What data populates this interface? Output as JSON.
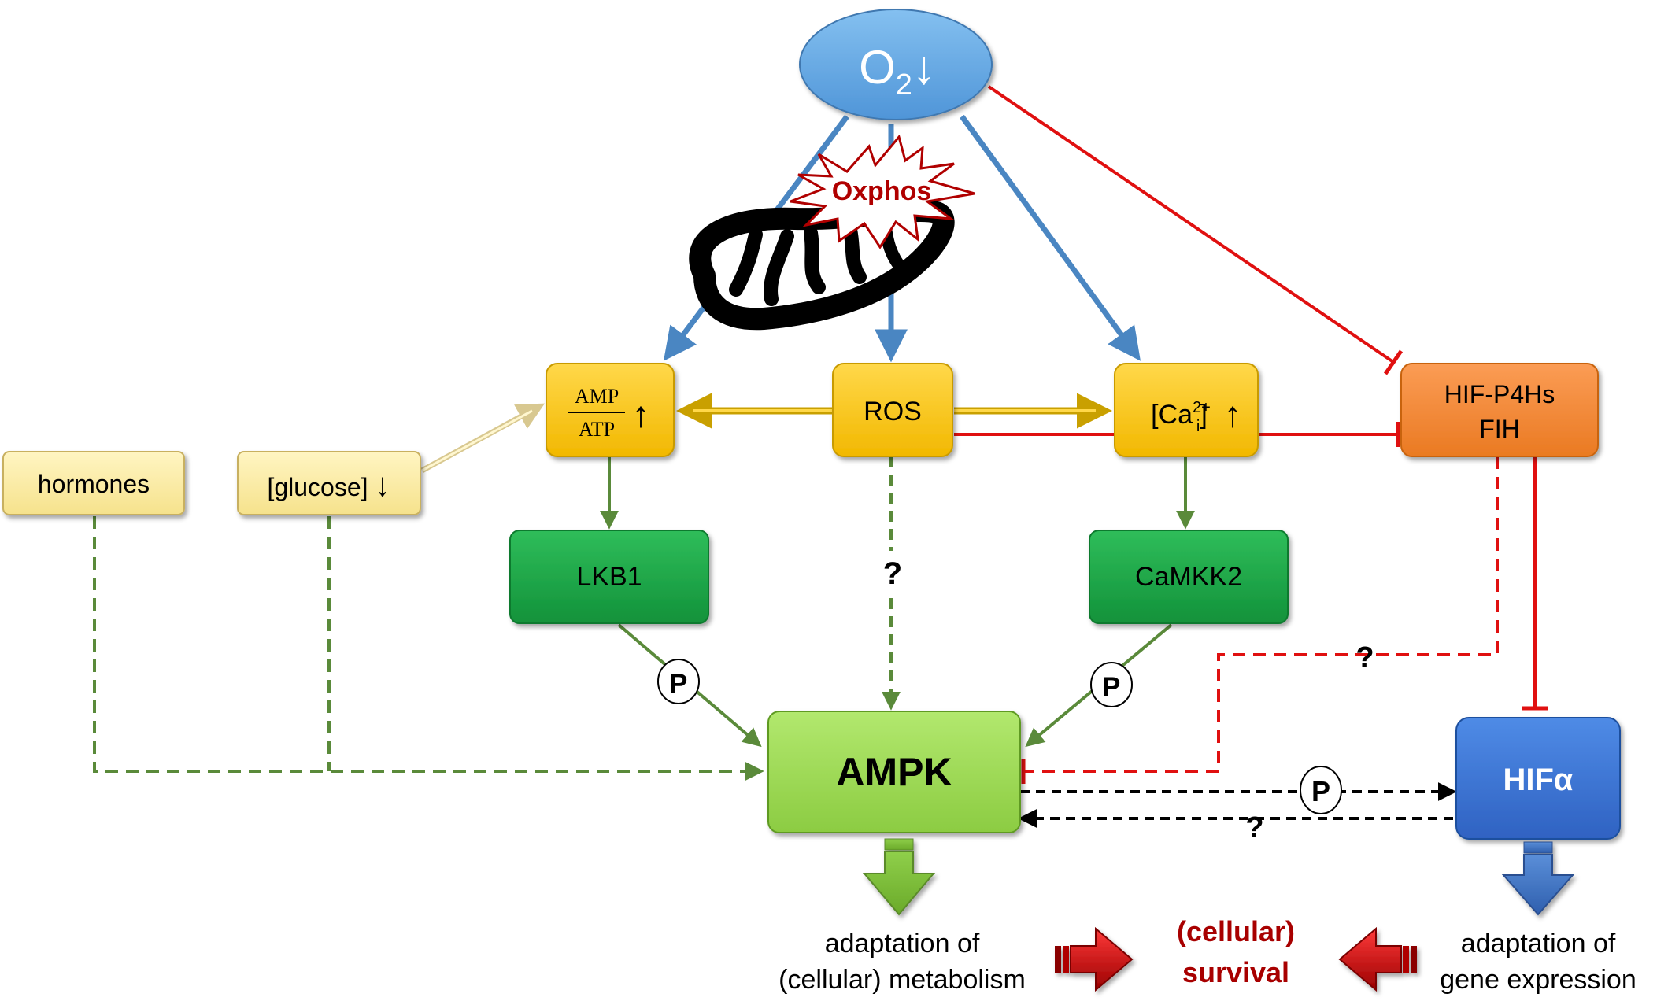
{
  "o2": {
    "main": "O",
    "sub": "2",
    "arrow": "↓"
  },
  "oxphos": "Oxphos",
  "amp_ratio": {
    "numerator": "AMP",
    "denominator": "ATP",
    "arrow": "↑"
  },
  "ros": "ROS",
  "calcium": {
    "open": "[Ca",
    "sup": "2+",
    "sub": "i",
    "close": "]",
    "arrow": "↑"
  },
  "hif_p4hs": {
    "line1": "HIF-P4Hs",
    "line2": "FIH"
  },
  "hormones": "hormones",
  "glucose": {
    "text": "[glucose]",
    "arrow": "↓"
  },
  "lkb1": "LKB1",
  "camkk2": "CaMKK2",
  "ampk": "AMPK",
  "hif_alpha": "HIFα",
  "phospho": "P",
  "question": "?",
  "outcomes": {
    "metabolism": {
      "line1": "adaptation of",
      "line2": "(cellular) metabolism"
    },
    "survival": {
      "line1": "(cellular)",
      "line2": "survival"
    },
    "gene": {
      "line1": "adaptation of",
      "line2": "gene expression"
    }
  },
  "colors": {
    "o2_fill": "#6aaee8",
    "yellow_node": "#ffc800",
    "orange_node": "#f5893a",
    "green_kinase": "#1ea84a",
    "ampk_fill": "#9edc55",
    "hif_alpha_fill": "#3c78d8",
    "pale_yellow": "#fcefa8",
    "blue_arrow": "#4a86c2",
    "gold_arrow": "#c9a000",
    "green_arrow": "#5a8a3a",
    "inhibit_red": "#e01010",
    "survival_red": "#a80000"
  }
}
